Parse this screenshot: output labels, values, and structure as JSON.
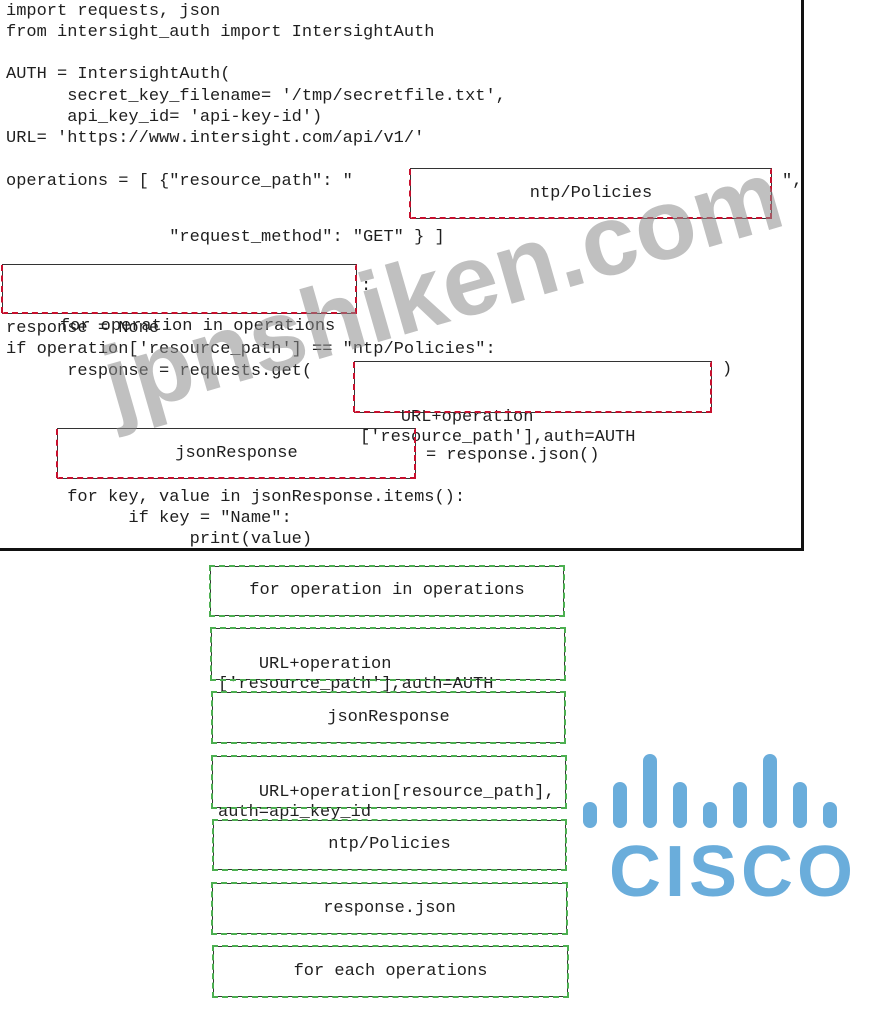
{
  "code": {
    "line1": "import requests, json",
    "line2": "from intersight_auth import IntersightAuth",
    "line3": "AUTH = IntersightAuth(",
    "line4": "      secret_key_filename= '/tmp/secretfile.txt',",
    "line5": "      api_key_id= 'api-key-id')",
    "line6": "URL= 'https://www.intersight.com/api/v1/'",
    "line7_prefix": "operations = [ {\"resource_path\": \"",
    "line7_suffix": "\",",
    "line8": "                \"request_method\": \"GET\" } ]",
    "line9_suffix": ":",
    "line10": "response = None",
    "line11": "if operation['resource_path'] == \"ntp/Policies\":",
    "line12_prefix": "      response = requests.get(",
    "line12_suffix": ")",
    "line13_suffix": "= response.json()",
    "line14": "      for key, value in jsonResponse.items():",
    "line15": "            if key = \"Name\":",
    "line16": "                  print(value)"
  },
  "slots": {
    "resource_path": "ntp/Policies",
    "loop": "for operation in operations",
    "get_args": "URL+operation\n['resource_path'],auth=AUTH",
    "json_var": "jsonResponse"
  },
  "options": [
    "for operation in operations",
    "URL+operation\n['resource_path'],auth=AUTH",
    "jsonResponse",
    "URL+operation[resource_path],\nauth=api_key_id",
    "ntp/Policies",
    "response.json",
    "for each operations"
  ],
  "watermark": "jpnshiken.com",
  "logo": {
    "word": "CISCO",
    "color": "#6aaddb"
  },
  "colors": {
    "slot_dash": "#c8102e",
    "option_dash": "#4caf50"
  }
}
